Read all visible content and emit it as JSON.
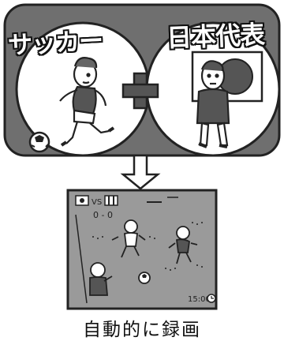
{
  "panel_labels": {
    "left": "サッカー",
    "right": "日本代表"
  },
  "tv_screen": {
    "vs_text": "VS",
    "score_text": "0 - 0",
    "clock_text": "15:00"
  },
  "caption": "自動的に録画",
  "icons": [
    "soccer-ball-icon",
    "plus-icon",
    "japan-flag-icon",
    "down-arrow-icon",
    "clock-icon"
  ],
  "colors": {
    "panel_bg": "#6f6f6f",
    "panel_border": "#222222",
    "circle_fill": "#ffffff",
    "screen_bg": "#9a9a9a"
  }
}
